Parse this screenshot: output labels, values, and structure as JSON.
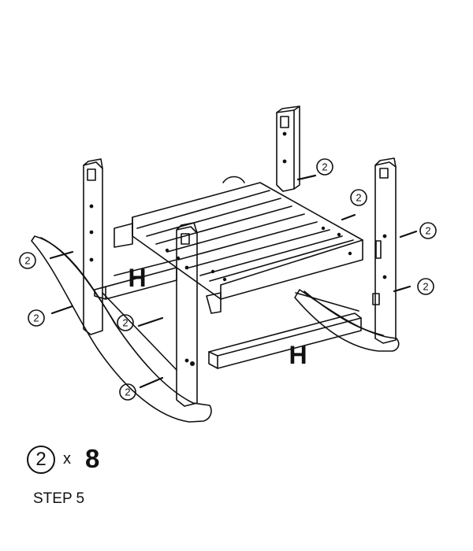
{
  "diagram": {
    "part_label": "H",
    "hardware_callout": "2",
    "hardware_quantity": {
      "part": "2",
      "multiplier": "x",
      "count": "8"
    },
    "step_label": "STEP 5"
  }
}
